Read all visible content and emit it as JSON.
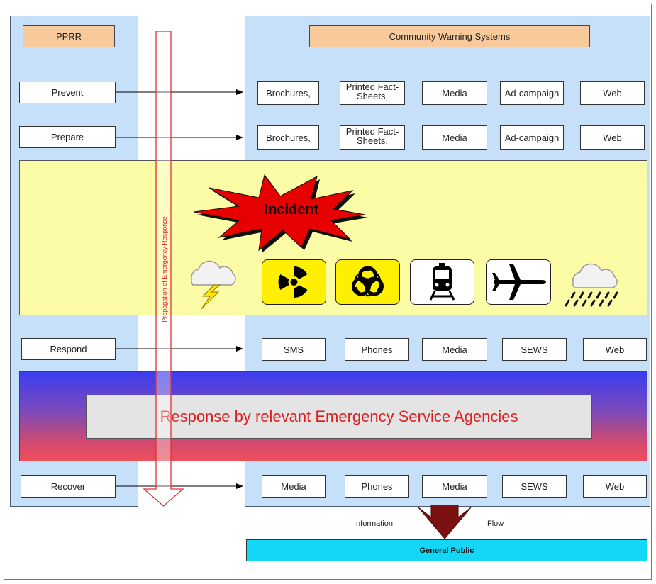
{
  "left_panel": {
    "title": "PPRR"
  },
  "right_panel": {
    "title": "Community Warning Systems"
  },
  "phases": {
    "prevent": "Prevent",
    "prepare": "Prepare",
    "respond": "Respond",
    "recover": "Recover"
  },
  "rows": {
    "prevent": [
      "Brochures,",
      "Printed Fact-Sheets,",
      "Media",
      "Ad-campaign",
      "Web"
    ],
    "prepare": [
      "Brochures,",
      "Printed Fact-Sheets,",
      "Media",
      "Ad-campaign",
      "Web"
    ],
    "respond": [
      "SMS",
      "Phones",
      "Media",
      "SEWS",
      "Web"
    ],
    "recover": [
      "Media",
      "Phones",
      "Media",
      "SEWS",
      "Web"
    ]
  },
  "incident": {
    "label": "Incident"
  },
  "propagation": {
    "label": "Propagation of Emergency Response"
  },
  "response": {
    "label": "Response by relevant Emergency Service Agencies"
  },
  "flow": {
    "left": "Information",
    "right": "Flow"
  },
  "public": {
    "label": "General Public"
  },
  "icons": [
    "thunderstorm-icon",
    "radiation-icon",
    "biohazard-icon",
    "train-icon",
    "airplane-icon",
    "rain-icon"
  ],
  "colors": {
    "panel": "#c5e0f8",
    "orange": "#f8c99a",
    "incident_band": "#fdfca6",
    "response_text": "#e01e1e",
    "public_box": "#14d6f5",
    "flow_arrow": "#7b1111"
  }
}
